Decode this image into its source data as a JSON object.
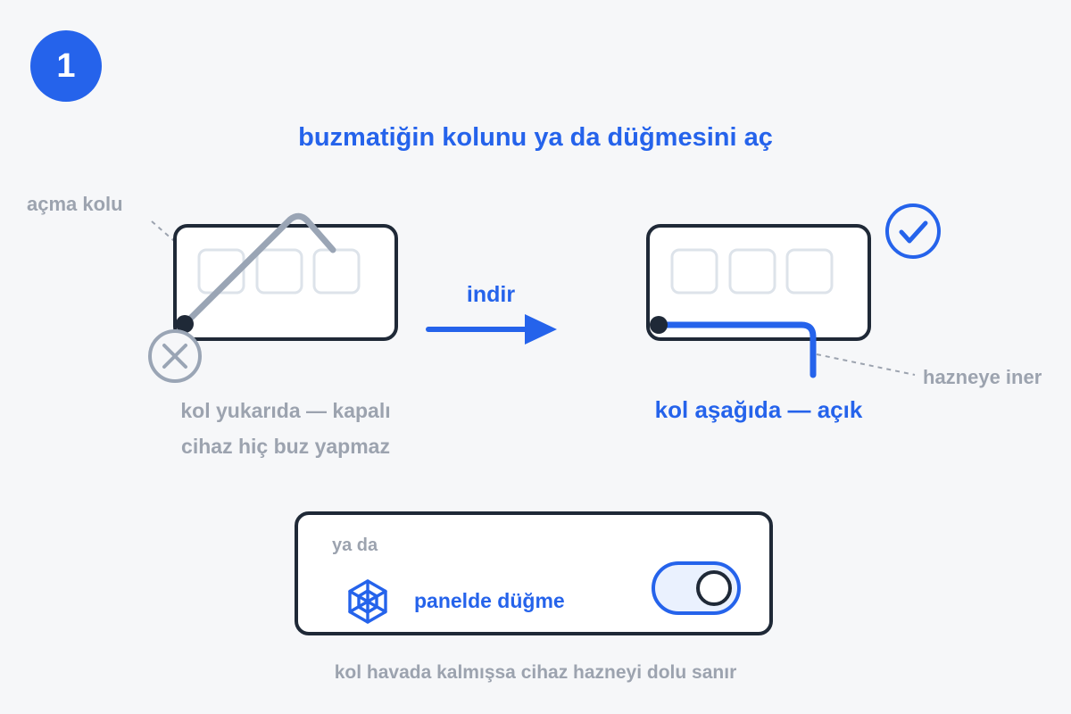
{
  "step": {
    "number": "1"
  },
  "title": "buzmatiğin kolunu ya da düğmesini aç",
  "left": {
    "arm_label": "açma kolu",
    "caption_line1": "kol yukarıda — kapalı",
    "caption_line2": "cihaz hiç buz yapmaz",
    "status_icon": "x-circle-icon"
  },
  "arrow": {
    "label": "indir"
  },
  "right": {
    "caption": "kol aşağıda — açık",
    "drops_label": "hazneye iner",
    "status_icon": "check-circle-icon"
  },
  "panel": {
    "or_label": "ya da",
    "switch_label": "panelde düğme",
    "icon": "snowflake-icon",
    "toggle_state": "on"
  },
  "footer": "kol havada kalmışsa cihaz hazneyi dolu sanır",
  "colors": {
    "accent": "#2563eb",
    "dark": "#1f2937",
    "muted": "#9ca3af",
    "background": "#f6f7f9"
  }
}
